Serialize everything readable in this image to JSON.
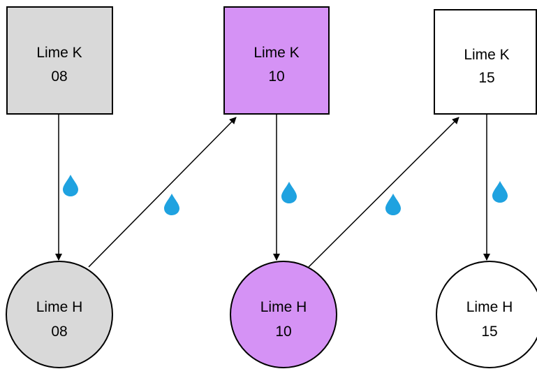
{
  "diagram": {
    "colors": {
      "gray": "#d9d9d9",
      "purple": "#d592f5",
      "white": "#ffffff",
      "stroke": "#000000",
      "drop": "#1fa2e0"
    },
    "boxes": [
      {
        "line1": "Lime K",
        "line2": "08",
        "fill": "gray"
      },
      {
        "line1": "Lime K",
        "line2": "10",
        "fill": "purple"
      },
      {
        "line1": "Lime K",
        "line2": "15",
        "fill": "white"
      }
    ],
    "circles": [
      {
        "line1": "Lime H",
        "line2": "08",
        "fill": "gray"
      },
      {
        "line1": "Lime H",
        "line2": "10",
        "fill": "purple"
      },
      {
        "line1": "Lime H",
        "line2": "15",
        "fill": "white"
      }
    ],
    "drop_icon": "water-drop-icon"
  }
}
